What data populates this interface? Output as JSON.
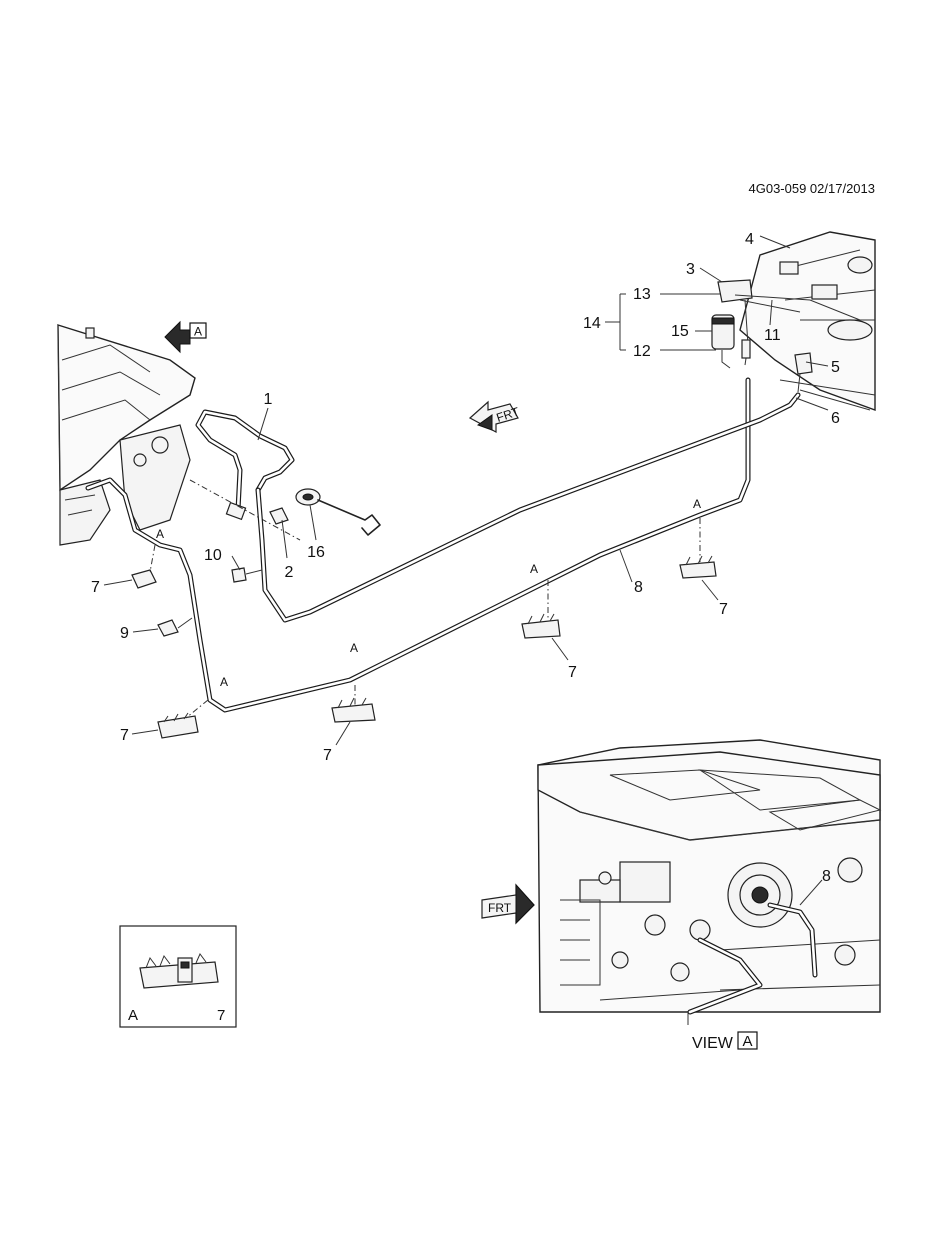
{
  "drawing_code": "4G03-059 02/17/2013",
  "callouts": {
    "c1": "1",
    "c2": "2",
    "c3": "3",
    "c4": "4",
    "c5": "5",
    "c6": "6",
    "c7": "7",
    "c8": "8",
    "c9": "9",
    "c10": "10",
    "c11": "11",
    "c12": "12",
    "c13": "13",
    "c14": "14",
    "c15": "15",
    "c16": "16"
  },
  "view_refs": {
    "letter": "A",
    "view_label": "VIEW",
    "front_arrow": "FRT"
  },
  "inset": {
    "ref_letter": "A",
    "part_number": "7"
  }
}
